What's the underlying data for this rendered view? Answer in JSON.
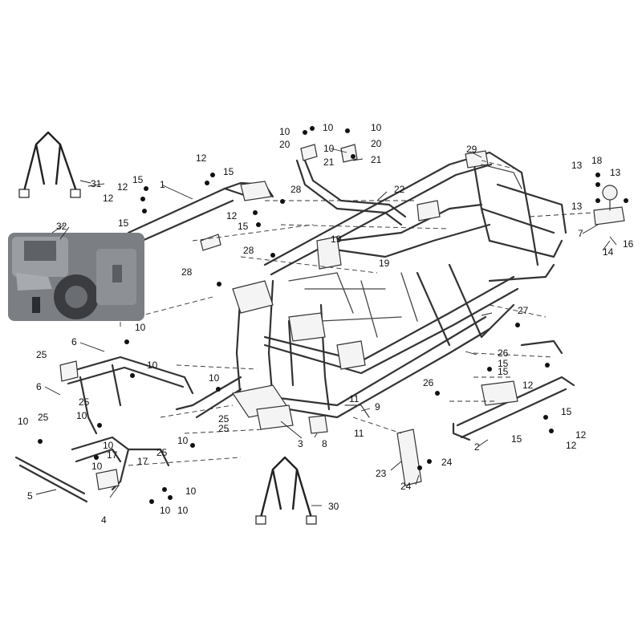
{
  "callouts": [
    "1",
    "2",
    "3",
    "4",
    "5",
    "6",
    "7",
    "8",
    "9",
    "10",
    "11",
    "12",
    "13",
    "14",
    "15",
    "16",
    "17",
    "18",
    "19",
    "20",
    "21",
    "22",
    "23",
    "24",
    "25",
    "26",
    "27",
    "28",
    "29",
    "30",
    "31",
    "32"
  ],
  "icons": {
    "engine": "engine-assembly-icon",
    "stand": "frame-stand-icon",
    "bolt": "bolt-icon"
  }
}
